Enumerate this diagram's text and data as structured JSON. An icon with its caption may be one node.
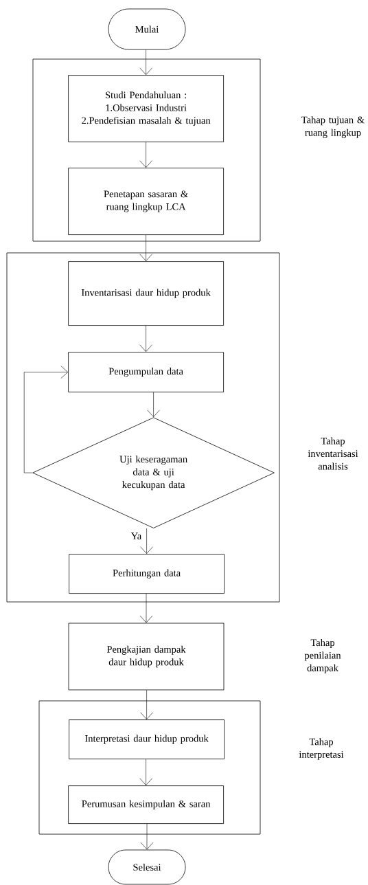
{
  "diagram": {
    "nodes": [
      {
        "text": [
          "Mulai"
        ]
      },
      {
        "text": [],
        "shape": "box"
      },
      {
        "text": [
          "Studi Pendahuluan :",
          "1.Observasi Industri",
          "2.Pendefisian masalah & tujuan"
        ],
        "in": 1
      },
      {
        "text": [
          "Penetapan sasaran & ruang lingkup LCA"
        ],
        "in": 1
      },
      {
        "text": [],
        "shape": "box"
      },
      {
        "text": [
          "Inventarisasi daur hidup produk"
        ],
        "in": 4
      },
      {
        "text": [
          "Pengumpulan data"
        ],
        "in": 4
      },
      {
        "text": [
          "Uji keseragaman data & uji kecukupan data"
        ],
        "in": 4
      },
      {
        "text": [
          "Perhitungan data"
        ],
        "in": 4
      },
      {
        "text": [
          "Pengkajian dampak daur hidup produk"
        ]
      },
      {
        "text": [],
        "shape": "box"
      },
      {
        "text": [
          "Interpretasi daur hidup produk"
        ],
        "in": 10
      },
      {
        "text": [
          "Perumusan kesimpulan & saran"
        ],
        "in": 10
      },
      {
        "text": [
          "Selesai"
        ]
      }
    ],
    "edges": [
      {
        "from": 0,
        "to": 2,
        "arrow": "to"
      },
      {
        "from": 2,
        "to": 3,
        "arrow": "to"
      },
      {
        "from": 3,
        "to": 5,
        "arrow": "to"
      },
      {
        "from": 5,
        "to": 6,
        "arrow": "to"
      },
      {
        "from": 6,
        "to": 7,
        "arrow": "to"
      },
      {
        "from": 7,
        "to": 6,
        "arrow": "to"
      },
      {
        "from": 7,
        "to": 8,
        "label": "Ya",
        "arrow": "to"
      },
      {
        "from": 8,
        "to": 9,
        "arrow": "to"
      },
      {
        "from": 9,
        "to": 11,
        "arrow": "to"
      },
      {
        "from": 11,
        "to": 12,
        "arrow": "to"
      },
      {
        "from": 12,
        "to": 13,
        "arrow": "to"
      }
    ],
    "labels": [
      "Tahap tujuan & ruang lingkup",
      "Tahap inventarisasi analisis",
      "Tahap penilaian dampak",
      "Tahap interpretasi"
    ]
  }
}
